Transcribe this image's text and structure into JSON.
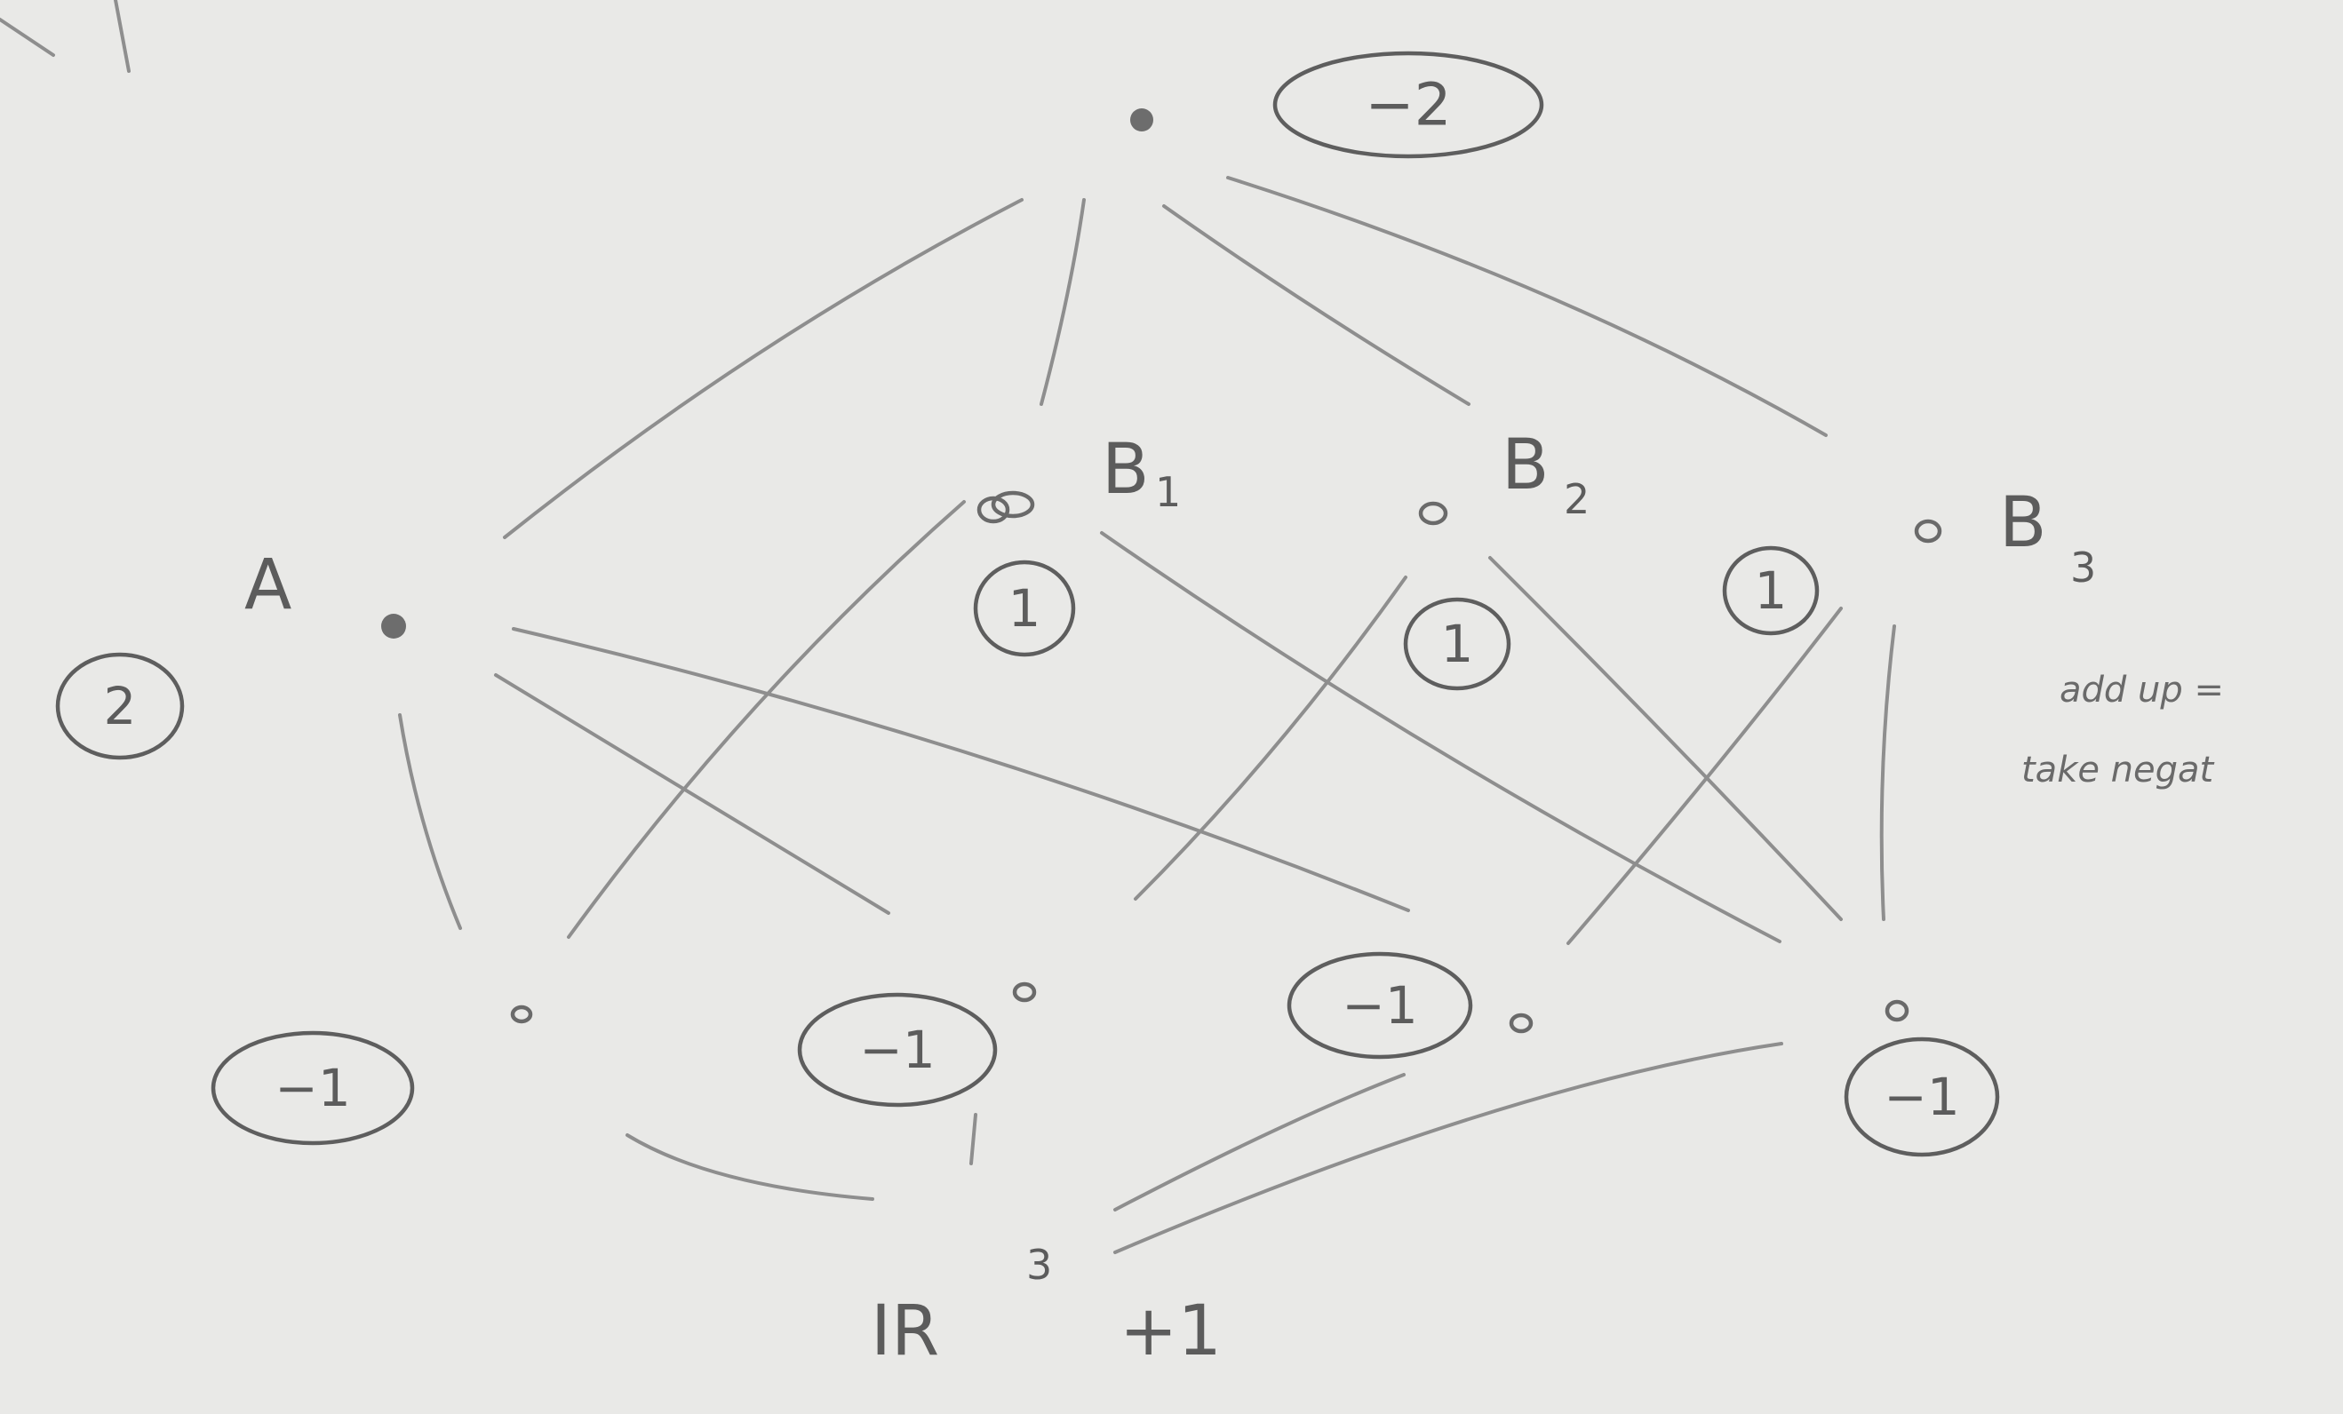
{
  "diagram": {
    "top_value": "−2",
    "a": {
      "label": "A",
      "value": "2"
    },
    "b1": {
      "label": "B",
      "sub": "1",
      "value": "1"
    },
    "b2": {
      "label": "B",
      "sub": "2",
      "value": "1"
    },
    "b3": {
      "label": "B",
      "sub": "3",
      "value": "1"
    },
    "bottom_values": [
      "−1",
      "−1",
      "−1",
      "−1"
    ],
    "r3": {
      "label": "IR",
      "sup": "3",
      "value": "+1"
    },
    "note": [
      "add up =",
      "take negat"
    ]
  }
}
